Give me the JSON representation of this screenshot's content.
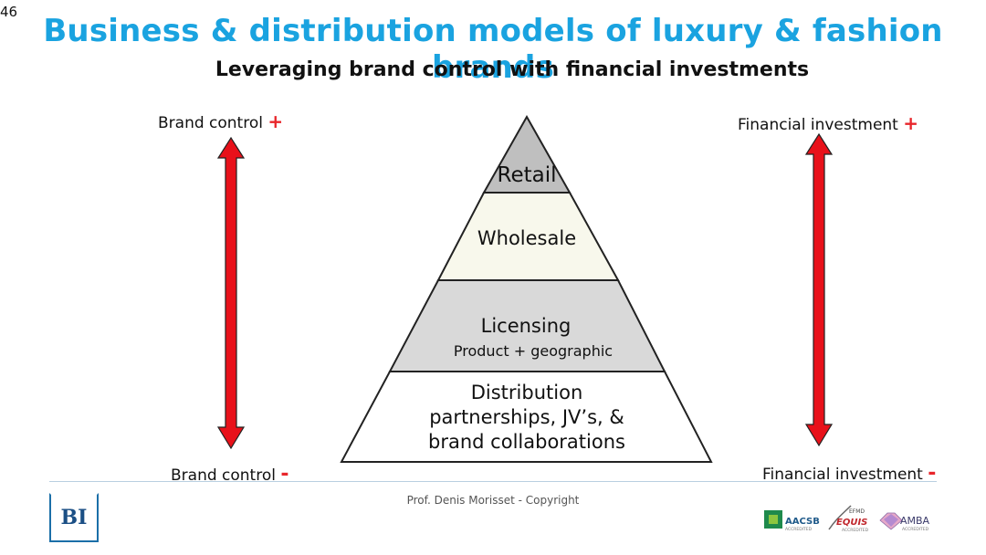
{
  "slide": {
    "page_number": "46",
    "title": "Business & distribution models of luxury & fashion brands",
    "subtitle": "Leveraging brand control with financial investments"
  },
  "left_axis": {
    "top_label": "Brand control",
    "top_sign": "+",
    "bottom_label": "Brand control",
    "bottom_sign": "-"
  },
  "right_axis": {
    "top_label": "Financial investment",
    "top_sign": "+",
    "bottom_label": "Financial investment",
    "bottom_sign": "-"
  },
  "pyramid": {
    "tiers": [
      {
        "label": "Retail",
        "sub": "",
        "fill": "#bfbfbf"
      },
      {
        "label": "Wholesale",
        "sub": "",
        "fill": "#f8f8ec"
      },
      {
        "label": "Licensing",
        "sub": "Product + geographic",
        "fill": "#d9d9d9"
      },
      {
        "label": [
          "Distribution",
          "partnerships, JV’s,  &",
          "brand collaborations"
        ],
        "sub": "",
        "fill": "#ffffff"
      }
    ]
  },
  "footer": {
    "copyright": "Prof. Denis Morisset - Copyright",
    "logo_text": "BI",
    "accreditations": {
      "aacsb": "AACSB",
      "aacsb_sub": "ACCREDITED",
      "efmd": "EFMD",
      "equis": "EQUIS",
      "equis_sub": "ACCREDITED",
      "amba": "AMBA",
      "amba_sub": "ACCREDITED"
    }
  },
  "colors": {
    "title": "#1aa3e0",
    "arrow": "#e8111a",
    "sign": "#e8262b"
  }
}
